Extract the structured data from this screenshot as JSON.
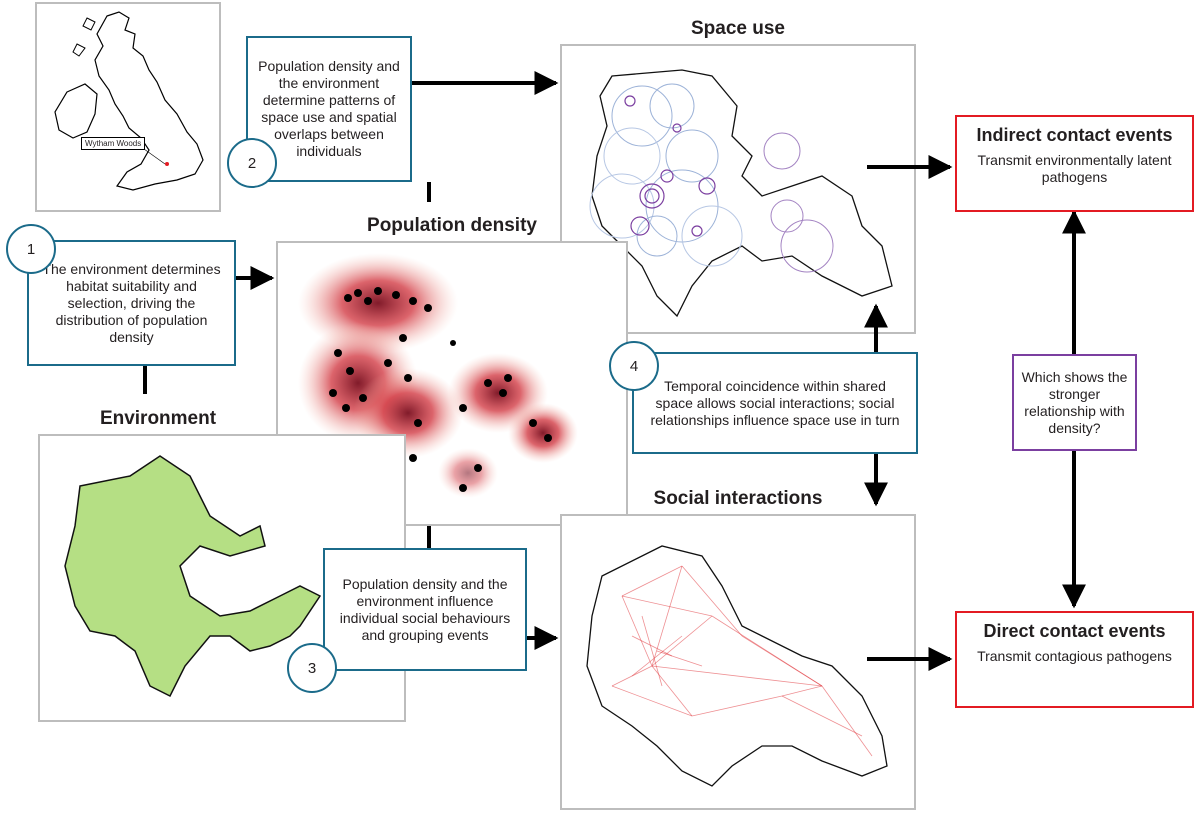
{
  "panels": {
    "space_use": {
      "title": "Space use"
    },
    "population_density": {
      "title": "Population density"
    },
    "environment": {
      "title": "Environment"
    },
    "social_interactions": {
      "title": "Social interactions"
    }
  },
  "map": {
    "location_label": "Wytham Woods"
  },
  "steps": [
    {
      "number": "1",
      "text": "The environment determines habitat suitability and selection, driving the distribution of population density"
    },
    {
      "number": "2",
      "text": "Population density and the environment determine patterns of space use and spatial overlaps between individuals"
    },
    {
      "number": "3",
      "text": "Population density and the environment influence individual social behaviours and grouping events"
    },
    {
      "number": "4",
      "text": "Temporal coincidence within shared space allows social interactions; social relationships influence space use in turn"
    }
  ],
  "outcomes": {
    "indirect": {
      "title": "Indirect contact events",
      "text": "Transmit environmentally latent pathogens"
    },
    "direct": {
      "title": "Direct contact events",
      "text": "Transmit contagious pathogens"
    },
    "question": "Which shows the stronger relationship with density?"
  },
  "colors": {
    "step_border": "#1b6b8a",
    "outcome_border": "#e31b23",
    "question_border": "#7b3fa0",
    "panel_border": "#bdbdbd",
    "environment_fill": "#b5df84",
    "density_fill": "#c0202a",
    "network_line": "#e0353a"
  }
}
